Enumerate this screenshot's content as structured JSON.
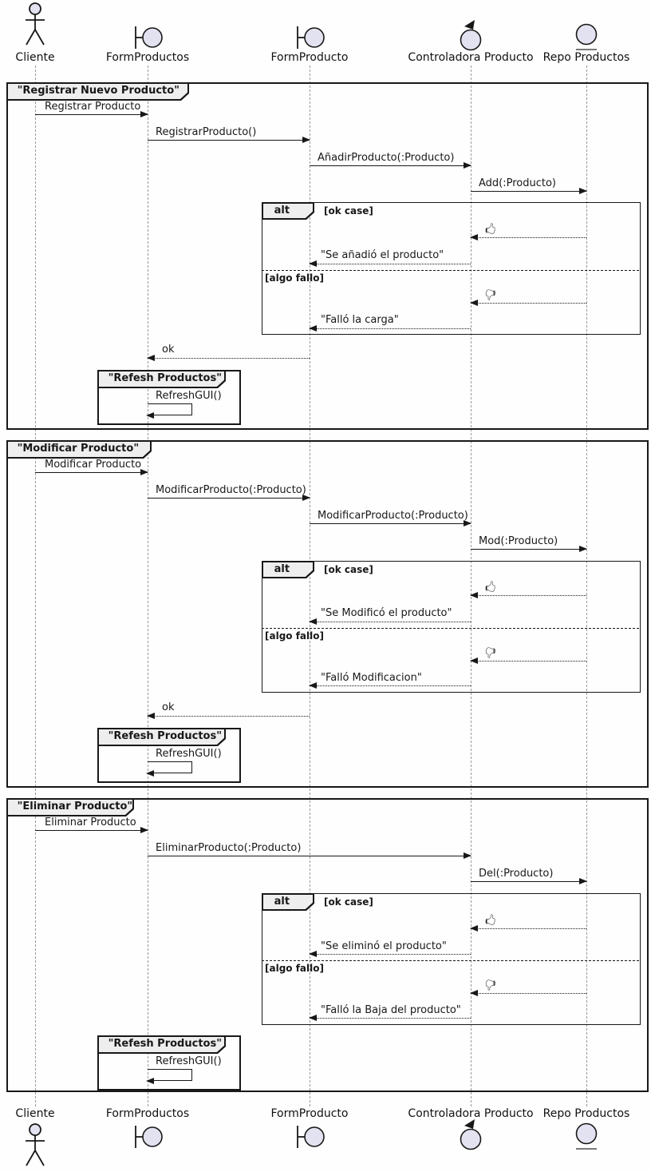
{
  "diagram_type": "uml-sequence-diagram",
  "colors": {
    "icon_fill": "#E2E2F0",
    "border": "#181818",
    "tab_fill": "#EEEEEE",
    "lifeline": "#999999"
  },
  "participants": [
    {
      "label": "Cliente",
      "icon": "actor"
    },
    {
      "label": "FormProductos",
      "icon": "boundary"
    },
    {
      "label": "FormProducto",
      "icon": "boundary"
    },
    {
      "label": "Controladora Producto",
      "icon": "control"
    },
    {
      "label": "Repo Productos",
      "icon": "entity"
    }
  ],
  "frames": [
    {
      "title": "\"Registrar Nuevo Producto\"",
      "messages": [
        {
          "label": "Registrar Producto"
        },
        {
          "label": "RegistrarProducto()"
        },
        {
          "label": "AñadirProducto(:Producto)"
        },
        {
          "label": "Add(:Producto)"
        }
      ],
      "alt": {
        "keyword": "alt",
        "ok_guard": "[ok case]",
        "ok_emoji": "🖒",
        "ok_text": "\"Se añadió el producto\"",
        "fail_guard": "[algo fallo]",
        "fail_emoji": "🖓",
        "fail_text": "\"Falló la carga\""
      },
      "return_label": "ok",
      "refresh": {
        "title": "\"Refesh Productos\"",
        "call": "RefreshGUI()"
      }
    },
    {
      "title": "\"Modificar Producto\"",
      "messages": [
        {
          "label": "Modificar Producto"
        },
        {
          "label": "ModificarProducto(:Producto)"
        },
        {
          "label": "ModificarProducto(:Producto)"
        },
        {
          "label": "Mod(:Producto)"
        }
      ],
      "alt": {
        "keyword": "alt",
        "ok_guard": "[ok case]",
        "ok_emoji": "🖒",
        "ok_text": "\"Se Modificó el producto\"",
        "fail_guard": "[algo fallo]",
        "fail_emoji": "🖓",
        "fail_text": "\"Falló Modificacion\""
      },
      "return_label": "ok",
      "refresh": {
        "title": "\"Refesh Productos\"",
        "call": "RefreshGUI()"
      }
    },
    {
      "title": "\"Eliminar Producto\"",
      "messages": [
        {
          "label": "Eliminar Producto"
        },
        {
          "label": "EliminarProducto(:Producto)"
        },
        {
          "label": "Del(:Producto)"
        }
      ],
      "alt": {
        "keyword": "alt",
        "ok_guard": "[ok case]",
        "ok_emoji": "🖒",
        "ok_text": "\"Se eliminó el producto\"",
        "fail_guard": "[algo fallo]",
        "fail_emoji": "🖓",
        "fail_text": "\"Falló la Baja del producto\""
      },
      "refresh": {
        "title": "\"Refesh Productos\"",
        "call": "RefreshGUI()"
      }
    }
  ]
}
